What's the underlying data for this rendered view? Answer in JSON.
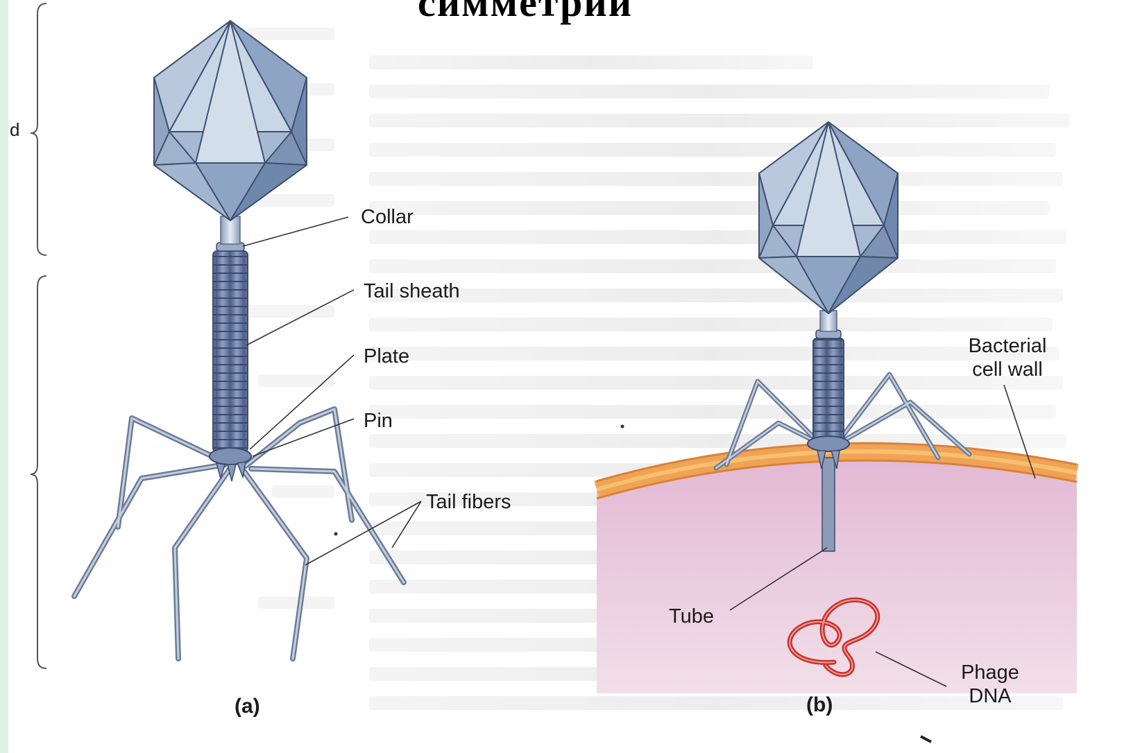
{
  "slide": {
    "title": "симметрии"
  },
  "labels": {
    "collar": "Collar",
    "tail_sheath": "Tail sheath",
    "plate": "Plate",
    "pin": "Pin",
    "tail_fibers": "Tail fibers",
    "bacterial_cell_wall": [
      "Bacterial",
      "cell wall"
    ],
    "tube": "Tube",
    "phage_dna": [
      "Phage",
      "DNA"
    ],
    "panel_a": "(a)",
    "panel_b": "(b)",
    "bracket_mark": "d"
  },
  "colors": {
    "capsid_light": "#c9d6e6",
    "capsid_mid": "#9fb3cd",
    "capsid_dark": "#7088ad",
    "sheath": "#6f82a8",
    "cell_wall_orange": "#f3a75a",
    "cytoplasm": "#e8c9dc",
    "dna": "#c8312a"
  }
}
